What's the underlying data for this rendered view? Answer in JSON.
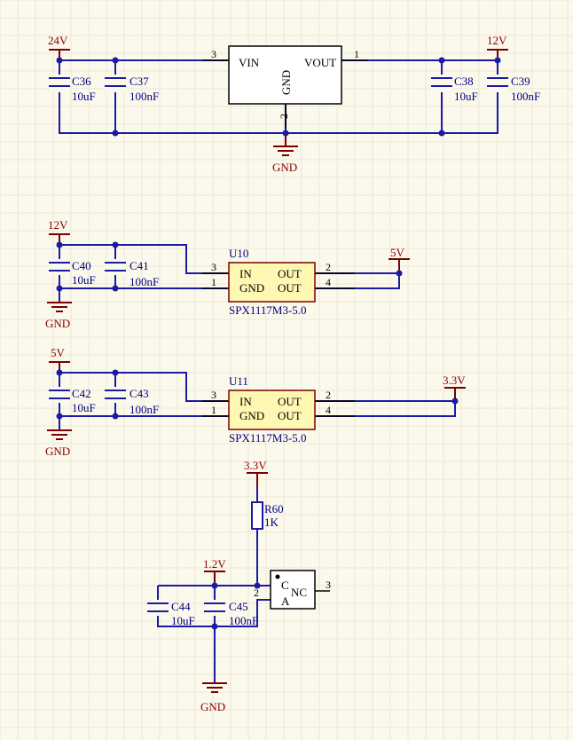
{
  "nets": {
    "v24": "24V",
    "v12": "12V",
    "v5": "5V",
    "v33": "3.3V",
    "v12b": "1.2V",
    "gnd": "GND"
  },
  "caps": {
    "c36": {
      "des": "C36",
      "val": "10uF"
    },
    "c37": {
      "des": "C37",
      "val": "100nF"
    },
    "c38": {
      "des": "C38",
      "val": "10uF"
    },
    "c39": {
      "des": "C39",
      "val": "100nF"
    },
    "c40": {
      "des": "C40",
      "val": "10uF"
    },
    "c41": {
      "des": "C41",
      "val": "100nF"
    },
    "c42": {
      "des": "C42",
      "val": "10uF"
    },
    "c43": {
      "des": "C43",
      "val": "100nF"
    },
    "c44": {
      "des": "C44",
      "val": "10uF"
    },
    "c45": {
      "des": "C45",
      "val": "100nF"
    }
  },
  "reg1": {
    "vin": "VIN",
    "vout": "VOUT",
    "gnd": "GND",
    "pin_in": "3",
    "pin_out": "1",
    "pin_gnd": "2"
  },
  "u10": {
    "des": "U10",
    "part": "SPX1117M3-5.0",
    "in": "IN",
    "gnd": "GND",
    "out": "OUT",
    "p3": "3",
    "p1": "1",
    "p2": "2",
    "p4": "4"
  },
  "u11": {
    "des": "U11",
    "part": "SPX1117M3-5.0",
    "in": "IN",
    "gnd": "GND",
    "out": "OUT",
    "p3": "3",
    "p1": "1",
    "p2": "2",
    "p4": "4"
  },
  "r60": {
    "des": "R60",
    "val": "1K"
  },
  "vref": {
    "c": "C",
    "a": "A",
    "nc": "NC",
    "p2": "2",
    "p3": "3"
  }
}
